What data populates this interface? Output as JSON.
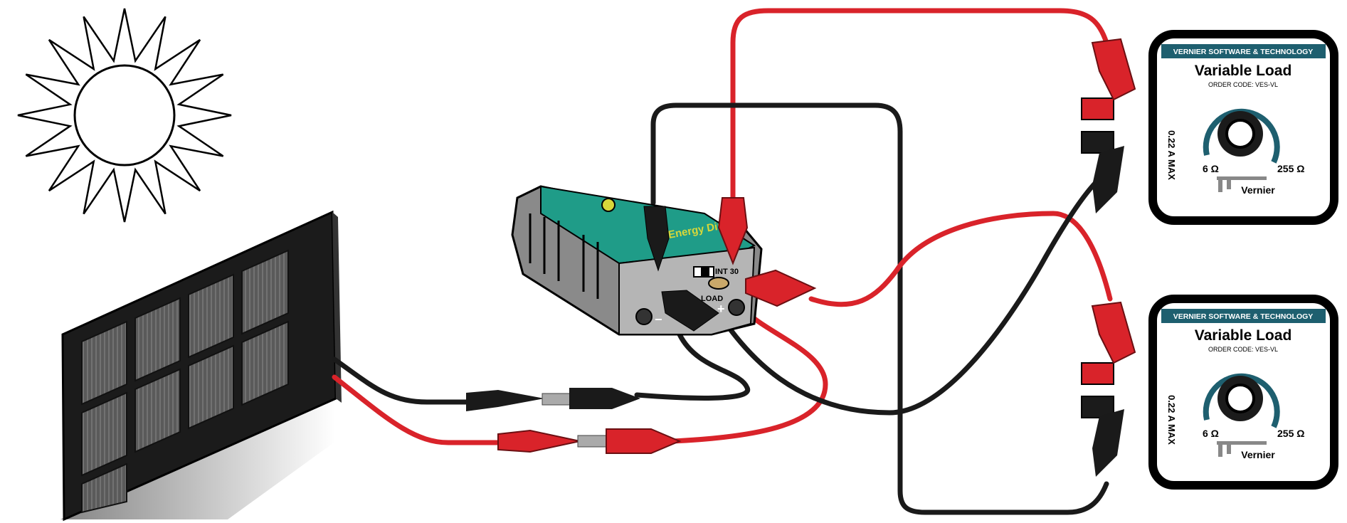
{
  "colors": {
    "wire_red": "#d9232a",
    "wire_black": "#1a1a1a",
    "load_teal": "#1e5f6f",
    "interface_green": "#1f9c88",
    "interface_gray": "#9a9a9a",
    "panel_black": "#1b1b1b",
    "cell_gray": "#555555"
  },
  "icons": {
    "sun": "sun-icon",
    "solar_panel": "solar-panel-icon",
    "clip": "alligator-clip-icon",
    "knob": "dial-knob-icon",
    "logo": "vernier-caliper-logo-icon"
  },
  "interface": {
    "brand_text": "Energy Direct",
    "switch_label": "INT 30",
    "load_label": "LOAD",
    "minus_label": "−",
    "plus_label": "+"
  },
  "loads": [
    {
      "banner": "VERNIER SOFTWARE & TECHNOLOGY",
      "title": "Variable Load",
      "order_code": "ORDER CODE: VES-VL",
      "max_current": "0.22 A MAX",
      "min_label": "6 Ω",
      "max_label": "255 Ω",
      "logo_text": "Vernier"
    },
    {
      "banner": "VERNIER SOFTWARE & TECHNOLOGY",
      "title": "Variable Load",
      "order_code": "ORDER CODE: VES-VL",
      "max_current": "0.22 A MAX",
      "min_label": "6 Ω",
      "max_label": "255 Ω",
      "logo_text": "Vernier"
    }
  ]
}
